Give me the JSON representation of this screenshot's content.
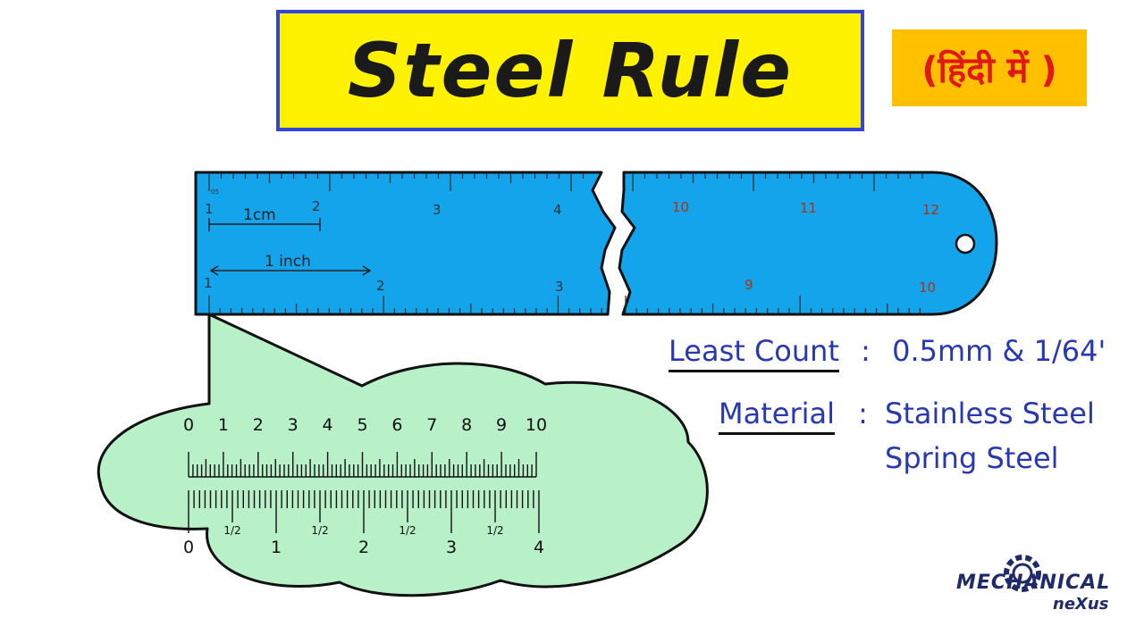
{
  "title": "Steel Rule",
  "hindi_label": "(हिंदी में )",
  "ruler": {
    "cm_top_labels": [
      "1",
      "2",
      "3",
      "4",
      "10",
      "11",
      "12"
    ],
    "inch_bottom_labels": [
      "1",
      "2",
      "3",
      "9",
      "10"
    ],
    "small_mark": "05",
    "cm_annotation": "1cm",
    "inch_annotation": "1 inch"
  },
  "zoom": {
    "mm_labels": [
      "0",
      "1",
      "2",
      "3",
      "4",
      "5",
      "6",
      "7",
      "8",
      "9",
      "10"
    ],
    "inch_labels": [
      "0",
      "1",
      "2",
      "3",
      "4"
    ],
    "half_labels": [
      "1/2",
      "1/2",
      "1/2",
      "1/2"
    ]
  },
  "specs": {
    "least_count_label": "Least Count",
    "least_count_sep": ":",
    "least_count_value": "0.5mm & 1/64'",
    "material_label": "Material",
    "material_sep": ":",
    "material_value_1": "Stainless Steel",
    "material_value_2": "Spring Steel"
  },
  "logo": {
    "top": "MECHANICAL",
    "bottom": "neXus"
  },
  "colors": {
    "ruler_blue": "#14a4ec",
    "zoom_green": "#b8f0c8",
    "title_yellow": "#fff200",
    "hindi_orange": "#ffc000",
    "spec_blue": "#2838b0"
  }
}
